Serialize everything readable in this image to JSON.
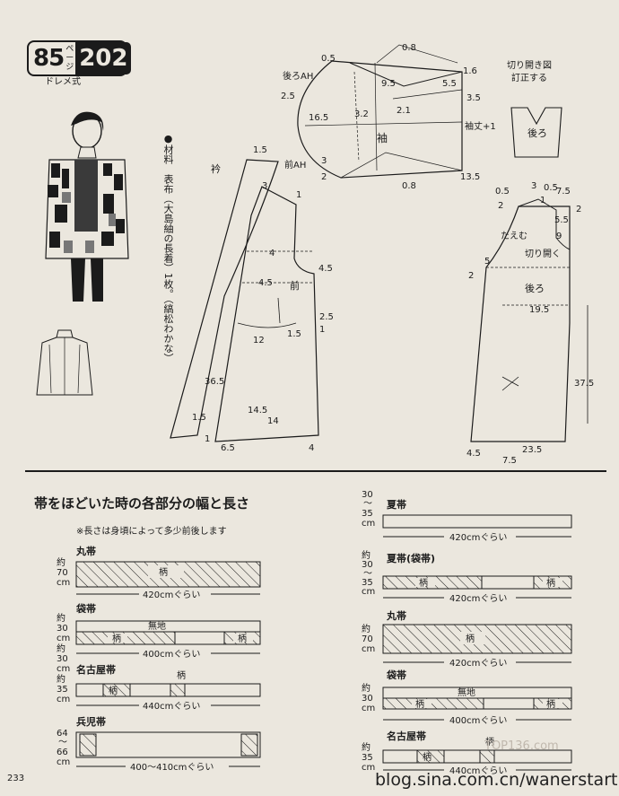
{
  "header": {
    "page_num": "85",
    "page_kanji": "ページ",
    "model_no": "202",
    "style": "ドレメ式"
  },
  "materials": "●材料　表布（大島紬の長着）1枚。（縞松わかな）",
  "pattern": {
    "sleeve": {
      "back_ah": "後ろAH",
      "front_ah": "前AH",
      "name": "袖",
      "length_label": "袖丈+1",
      "dims": [
        "0.5",
        "0.8",
        "1.6",
        "2.5",
        "9.5",
        "5.5",
        "3.5",
        "16.5",
        "3.2",
        "2.1",
        "2",
        "0.8",
        "13.5",
        "3"
      ]
    },
    "collar": {
      "name": "衿",
      "dims": [
        "1.5",
        "3",
        "1",
        "36.5",
        "1.5",
        "1",
        "6.5"
      ]
    },
    "front": {
      "name": "前",
      "dims": [
        "4",
        "4.5",
        "2.5",
        "1",
        "12",
        "1.5",
        "14.5",
        "14",
        "4",
        "4.5"
      ]
    },
    "back": {
      "name": "後ろ",
      "open_label": "切り開く",
      "dims": [
        "0.5",
        "2",
        "3",
        "0.5",
        "7.5",
        "1",
        "2",
        "5.5",
        "9",
        "5",
        "2",
        "19.5",
        "37.5",
        "4.5",
        "7.5",
        "23.5"
      ]
    },
    "correction": {
      "title1": "切り開き図",
      "title2": "訂正する",
      "name": "後ろ"
    },
    "small_label": "たえむ"
  },
  "obi_section": {
    "title": "帯をほどいた時の各部分の幅と長さ",
    "note": "※長さは身頃によって多少前後します",
    "pattern_label": "柄",
    "plain_label": "無地",
    "left": [
      {
        "name": "丸帯",
        "width": [
          "約",
          "70",
          "cm"
        ],
        "length": "420cmぐらい"
      },
      {
        "name": "袋帯",
        "width_top": [
          "約",
          "30",
          "cm"
        ],
        "width": [
          "約",
          "30",
          "cm"
        ],
        "length": "400cmぐらい"
      },
      {
        "name": "名古屋帯",
        "width": [
          "約",
          "35",
          "cm"
        ],
        "length": "440cmぐらい"
      },
      {
        "name": "兵児帯",
        "width": [
          "64",
          "〜",
          "66",
          "cm"
        ],
        "length": "400〜410cmぐらい"
      }
    ],
    "right": [
      {
        "name": "夏帯",
        "width": [
          "30",
          "〜",
          "35",
          "cm"
        ],
        "length": "420cmぐらい"
      },
      {
        "name": "夏帯(袋帯)",
        "width": [
          "約",
          "30",
          "〜",
          "35",
          "cm"
        ],
        "length": "420cmぐらい"
      },
      {
        "name": "丸帯",
        "width": [
          "約",
          "70",
          "cm"
        ],
        "length": "420cmぐらい"
      },
      {
        "name": "袋帯",
        "width": [
          "約",
          "30",
          "cm"
        ],
        "length": "400cmぐらい"
      },
      {
        "name": "名古屋帯",
        "width": [
          "約",
          "35",
          "cm"
        ],
        "length": "440cmぐらい"
      }
    ]
  },
  "page_number": "233",
  "watermark": "blog.sina.com.cn/wanerstart",
  "watermark2": "TOP136.com"
}
